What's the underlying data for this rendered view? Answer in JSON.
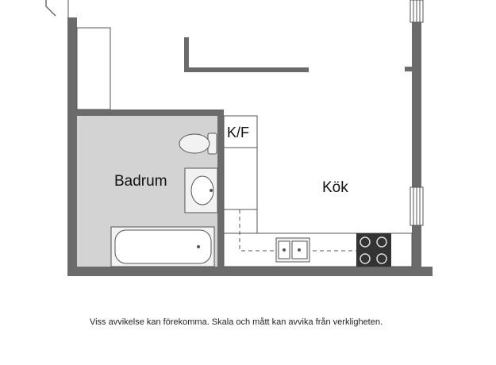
{
  "rooms": {
    "bathroom": "Badrum",
    "kitchen": "Kök",
    "fridge_freezer": "K/F"
  },
  "disclaimer": "Viss avvikelse kan förekomma. Skala och mått kan avvika från verkligheten.",
  "colors": {
    "wall": "#6b6b6b",
    "bathroom_floor": "#d3d3d3",
    "fixture_fill": "#f2f2f2",
    "stove": "#333333"
  }
}
